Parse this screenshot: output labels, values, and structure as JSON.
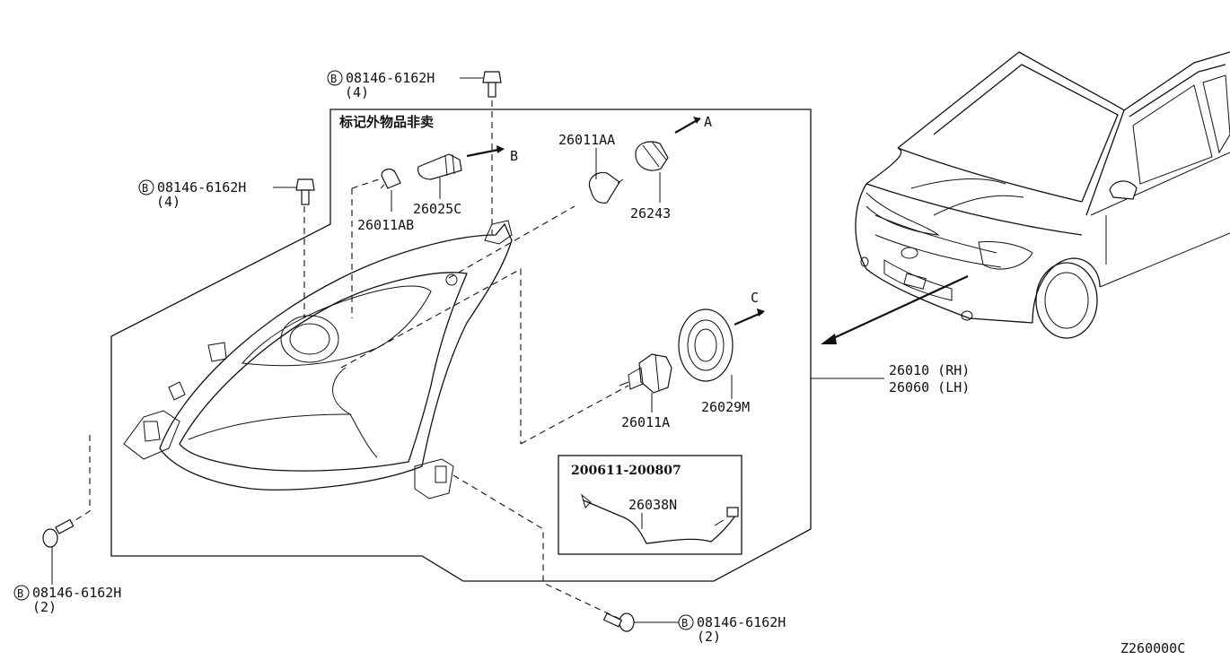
{
  "note_label": "标记外物品非卖",
  "inset": {
    "date_range": "200611-200807",
    "part": "26038N"
  },
  "parts": {
    "p26011AA": "26011AA",
    "p26243": "26243",
    "p26025C": "26025C",
    "p26011AB": "26011AB",
    "p26011A": "26011A",
    "p26029M": "26029M",
    "headlamp_rh": "26010 (RH)",
    "headlamp_lh": "26060 (LH)"
  },
  "bolts": [
    {
      "code": "08146-6162H",
      "qty": "(4)",
      "marker": "B"
    },
    {
      "code": "08146-6162H",
      "qty": "(4)",
      "marker": "B"
    },
    {
      "code": "08146-6162H",
      "qty": "(2)",
      "marker": "B"
    },
    {
      "code": "08146-6162H",
      "qty": "(2)",
      "marker": "B"
    }
  ],
  "arrows": {
    "a": "A",
    "b": "B",
    "c": "C"
  },
  "diagram_code": "Z260000C"
}
